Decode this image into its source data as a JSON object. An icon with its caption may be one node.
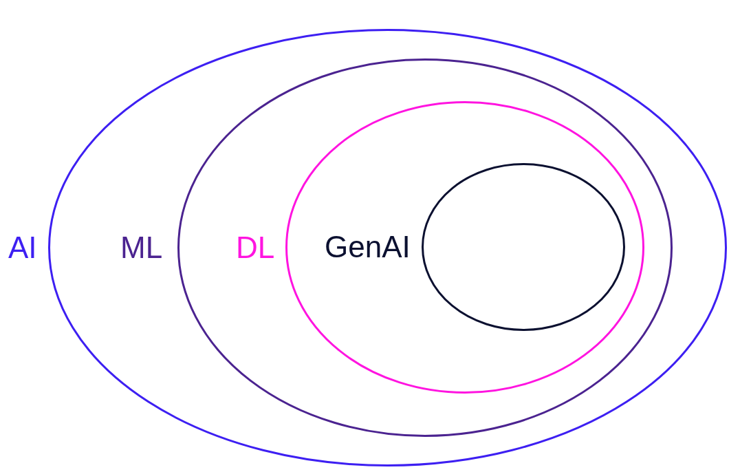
{
  "diagram": {
    "nodes": [
      {
        "text": [
          "AI"
        ]
      },
      {
        "text": [
          "ML"
        ],
        "in": 0
      },
      {
        "text": [
          "DL"
        ],
        "in": 1
      },
      {
        "text": [
          "GenAI"
        ],
        "in": 2
      }
    ]
  }
}
